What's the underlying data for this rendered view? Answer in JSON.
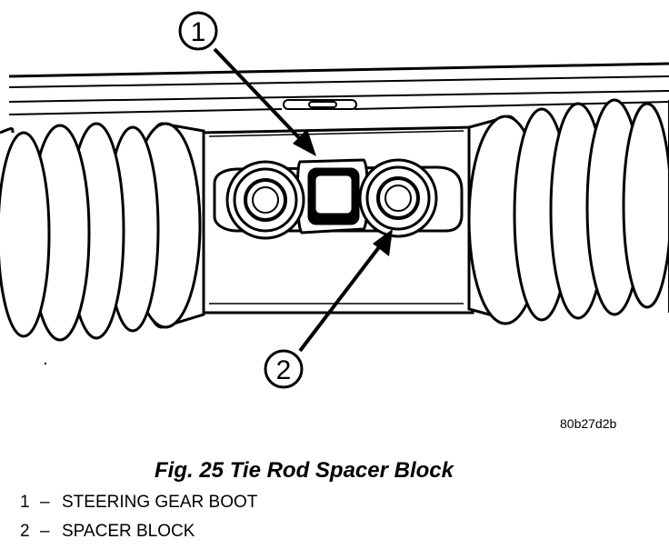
{
  "figure": {
    "reference_code": "80b27d2b",
    "caption": "Fig. 25 Tie Rod Spacer Block",
    "callouts": [
      {
        "number": "1"
      },
      {
        "number": "2"
      }
    ]
  },
  "legend": {
    "items": [
      {
        "number": "1",
        "separator": "–",
        "label": "STEERING GEAR BOOT"
      },
      {
        "number": "2",
        "separator": "–",
        "label": "SPACER BLOCK"
      }
    ]
  },
  "colors": {
    "line": "#000000",
    "background": "#ffffff"
  }
}
